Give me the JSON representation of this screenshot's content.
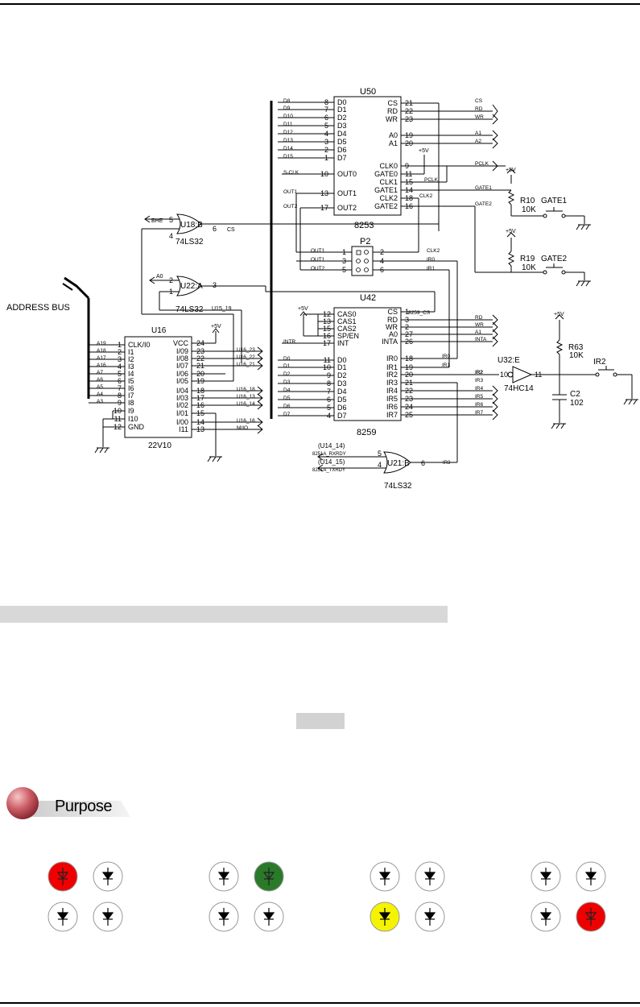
{
  "schematic": {
    "address_bus_label": "ADDRESS BUS",
    "u50": {
      "ref": "U50",
      "part": "8253",
      "left_pins": [
        {
          "net": "D8",
          "num": "8",
          "name": "D0"
        },
        {
          "net": "D9",
          "num": "7",
          "name": "D1"
        },
        {
          "net": "D10",
          "num": "6",
          "name": "D2"
        },
        {
          "net": "D11",
          "num": "5",
          "name": "D3"
        },
        {
          "net": "D12",
          "num": "4",
          "name": "D4"
        },
        {
          "net": "D13",
          "num": "3",
          "name": "D5"
        },
        {
          "net": "D14",
          "num": "2",
          "name": "D6"
        },
        {
          "net": "D15",
          "num": "1",
          "name": "D7"
        },
        {
          "net": "S-CLK",
          "num": "10",
          "name": "OUT0"
        },
        {
          "net": "OUT1",
          "num": "13",
          "name": "OUT1"
        },
        {
          "net": "OUT2",
          "num": "17",
          "name": "OUT2"
        }
      ],
      "right_pins": [
        {
          "num": "21",
          "name": "CS",
          "net": "CS"
        },
        {
          "num": "22",
          "name": "RD",
          "net": "RD"
        },
        {
          "num": "23",
          "name": "WR",
          "net": "WR"
        },
        {
          "num": "19",
          "name": "A0",
          "net": "A1"
        },
        {
          "num": "20",
          "name": "A1",
          "net": "A2"
        },
        {
          "num": "9",
          "name": "CLK0",
          "net": "PCLK"
        },
        {
          "num": "11",
          "name": "GATE0",
          "net": ""
        },
        {
          "num": "15",
          "name": "CLK1",
          "net": "PCLK"
        },
        {
          "num": "14",
          "name": "GATE1",
          "net": "GATE1"
        },
        {
          "num": "18",
          "name": "CLK2",
          "net": "CLK2"
        },
        {
          "num": "16",
          "name": "GATE2",
          "net": "GATE2"
        }
      ],
      "plus5v": "+5V"
    },
    "u18": {
      "ref": "U18:B",
      "part": "74LS32",
      "pin5": "5",
      "pin4": "4",
      "pin6": "6",
      "in_net": "BHE",
      "out_net": "CS"
    },
    "u22": {
      "ref": "U22:A",
      "part": "74LS32",
      "pin2": "2",
      "pin1": "1",
      "pin3": "3",
      "in_net": "A0",
      "net2": "U15_19"
    },
    "p2": {
      "ref": "P2",
      "rows": [
        {
          "left_net": "OUT1",
          "l": "1",
          "r": "2",
          "right_net": "CLK2"
        },
        {
          "left_net": "OUT1",
          "l": "3",
          "r": "4",
          "right_net": "IR0"
        },
        {
          "left_net": "OUT2",
          "l": "5",
          "r": "6",
          "right_net": "IR1"
        }
      ]
    },
    "u42": {
      "ref": "U42",
      "part": "8259",
      "left_pins": [
        {
          "num": "12",
          "name": "CAS0",
          "net": "+5V"
        },
        {
          "num": "13",
          "name": "CAS1",
          "net": ""
        },
        {
          "num": "15",
          "name": "CAS2",
          "net": ""
        },
        {
          "num": "16",
          "name": "SP/EN",
          "net": ""
        },
        {
          "num": "17",
          "name": "INT",
          "net": "INTR"
        },
        {
          "num": "11",
          "name": "D0",
          "net": "D0"
        },
        {
          "num": "10",
          "name": "D1",
          "net": "D1"
        },
        {
          "num": "9",
          "name": "D2",
          "net": "D2"
        },
        {
          "num": "8",
          "name": "D3",
          "net": "D3"
        },
        {
          "num": "7",
          "name": "D4",
          "net": "D4"
        },
        {
          "num": "6",
          "name": "D5",
          "net": "D5"
        },
        {
          "num": "5",
          "name": "D6",
          "net": "D6"
        },
        {
          "num": "4",
          "name": "D7",
          "net": "D7"
        }
      ],
      "right_pins": [
        {
          "num": "1",
          "name": "CS",
          "net": "8259_CS"
        },
        {
          "num": "3",
          "name": "RD",
          "net": "RD"
        },
        {
          "num": "2",
          "name": "WR",
          "net": "WR"
        },
        {
          "num": "27",
          "name": "A0",
          "net": "A1"
        },
        {
          "num": "26",
          "name": "INTA",
          "net": "INTA"
        },
        {
          "num": "18",
          "name": "IR0",
          "net": "IR0"
        },
        {
          "num": "19",
          "name": "IR1",
          "net": "IR1"
        },
        {
          "num": "20",
          "name": "IR2",
          "net": "IR2"
        },
        {
          "num": "21",
          "name": "IR3",
          "net": "IR3"
        },
        {
          "num": "22",
          "name": "IR4",
          "net": "IR4"
        },
        {
          "num": "23",
          "name": "IR5",
          "net": "IR5"
        },
        {
          "num": "24",
          "name": "IR6",
          "net": "IR6"
        },
        {
          "num": "25",
          "name": "IR7",
          "net": "IR7"
        }
      ],
      "plus5v": "+5V"
    },
    "u16": {
      "ref": "U16",
      "part": "22V10",
      "left_pins": [
        {
          "net": "A19",
          "num": "1",
          "name": "CLK/I0"
        },
        {
          "net": "A18",
          "num": "2",
          "name": "I1"
        },
        {
          "net": "A17",
          "num": "3",
          "name": "I2"
        },
        {
          "net": "A16",
          "num": "4",
          "name": "I3"
        },
        {
          "net": "A7",
          "num": "5",
          "name": "I4"
        },
        {
          "net": "A6",
          "num": "6",
          "name": "I5"
        },
        {
          "net": "A5",
          "num": "7",
          "name": "I6"
        },
        {
          "net": "A4",
          "num": "8",
          "name": "I7"
        },
        {
          "net": "A3",
          "num": "9",
          "name": "I8"
        },
        {
          "net": "",
          "num": "10",
          "name": "I9"
        },
        {
          "net": "",
          "num": "11",
          "name": "I10"
        },
        {
          "net": "",
          "num": "12",
          "name": "GND"
        }
      ],
      "right_pins": [
        {
          "num": "24",
          "name": "VCC",
          "net": ""
        },
        {
          "num": "23",
          "name": "I/09",
          "net": "U16_23"
        },
        {
          "num": "22",
          "name": "I/08",
          "net": "U16_22"
        },
        {
          "num": "21",
          "name": "I/07",
          "net": "U16_21"
        },
        {
          "num": "20",
          "name": "I/06",
          "net": ""
        },
        {
          "num": "19",
          "name": "I/05",
          "net": ""
        },
        {
          "num": "18",
          "name": "I/04",
          "net": "U16_18"
        },
        {
          "num": "17",
          "name": "I/03",
          "net": "U16_13"
        },
        {
          "num": "16",
          "name": "I/02",
          "net": "U16_14"
        },
        {
          "num": "15",
          "name": "I/01",
          "net": ""
        },
        {
          "num": "14",
          "name": "I/00",
          "net": "U16_16"
        },
        {
          "num": "13",
          "name": "I11",
          "net": "M/IO"
        }
      ],
      "plus5v": "+5V"
    },
    "u21": {
      "ref": "U21:B",
      "part": "74LS32",
      "pin5": "5",
      "pin4": "4",
      "pin6": "6",
      "net_a_label": "(U14_14)",
      "net_a": "8251A_RXRDY",
      "net_b_label": "(U14_15)",
      "net_b": "8251A_TXRDY",
      "out_net": "IR3"
    },
    "u32": {
      "ref": "U32:E",
      "part": "74HC14",
      "pin_in": "10",
      "pin_out": "11",
      "net_in": "IR2"
    },
    "r10": {
      "ref": "R10",
      "value": "10K",
      "button": "GATE1",
      "plus5v": "+5V"
    },
    "r19": {
      "ref": "R19",
      "value": "10K",
      "button": "GATE2",
      "plus5v": "+5V"
    },
    "r63": {
      "ref": "R63",
      "value": "10K",
      "plus5v": "+5V"
    },
    "c2": {
      "ref": "C2",
      "value": "102"
    },
    "ir2_button": "IR2"
  },
  "purpose": {
    "label": "Purpose"
  },
  "led_groups": [
    {
      "leds": [
        {
          "state": "red"
        },
        {
          "state": "off"
        },
        {
          "state": "off"
        },
        {
          "state": "off"
        }
      ]
    },
    {
      "leds": [
        {
          "state": "off"
        },
        {
          "state": "green"
        },
        {
          "state": "off"
        },
        {
          "state": "off"
        }
      ]
    },
    {
      "leds": [
        {
          "state": "off"
        },
        {
          "state": "off"
        },
        {
          "state": "yellow"
        },
        {
          "state": "off"
        }
      ]
    },
    {
      "leds": [
        {
          "state": "off"
        },
        {
          "state": "off"
        },
        {
          "state": "off"
        },
        {
          "state": "red"
        }
      ]
    }
  ],
  "colors": {
    "red": "#ee0000",
    "green": "#2a7a2a",
    "yellow": "#f4f400",
    "off": "#ffffff"
  }
}
